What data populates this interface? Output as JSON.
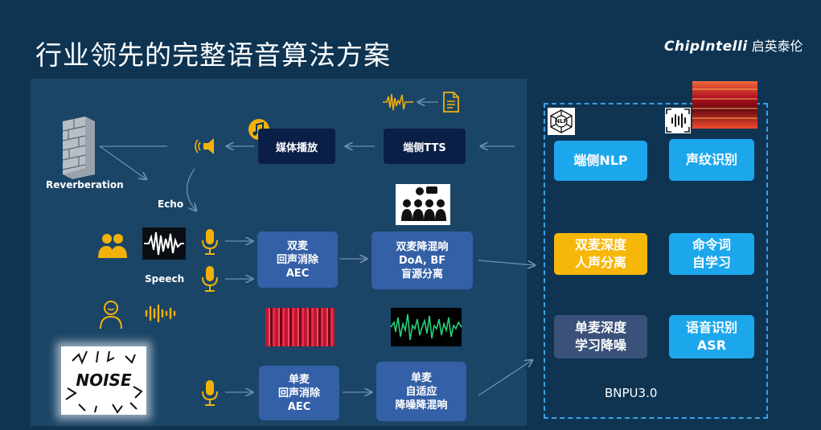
{
  "title": "行业领先的完整语音算法方案",
  "logo": {
    "brand": "ChipIntelli",
    "cn": "启英泰伦"
  },
  "labels": {
    "reverberation": "Reverberation",
    "echo": "Echo",
    "speech": "Speech",
    "noise": "NOISE",
    "nlp_badge": "NLP"
  },
  "top_row": {
    "media": "媒体播放",
    "tts": "端侧TTS"
  },
  "mid_boxes": {
    "dual_aec": "双麦\n回声消除\nAEC",
    "dual_bf": "双麦降混响\nDoA, BF\n盲源分离",
    "single_aec": "单麦\n回声消除\nAEC",
    "single_adapt": "单麦\n自适应\n降噪降混响"
  },
  "right": {
    "nlp": "端侧NLP",
    "voiceprint": "声纹识别",
    "dual_deep": "双麦深度\n人声分离",
    "command": "命令词\n自学习",
    "single_deep": "单麦深度\n学习降噪",
    "asr": "语音识别\nASR",
    "bnpu": "BNPU3.0"
  },
  "colors": {
    "background": "#0e3452",
    "panel": "#1b4567",
    "accent_blue": "#1ca7ec",
    "accent_yellow": "#f7b70a",
    "icon_gold": "#f2b10a",
    "mid_box": "#3360a6",
    "dark_box": "#0a1f46"
  },
  "icons": [
    "music-note-icon",
    "speaker-icon",
    "waveform-icon",
    "document-icon",
    "brick-wall-icon",
    "group-icon",
    "person-icon",
    "microphone-icon",
    "audience-icon",
    "spectrogram-icon",
    "nlp-network-icon",
    "voiceprint-icon",
    "noise-burst-icon"
  ]
}
